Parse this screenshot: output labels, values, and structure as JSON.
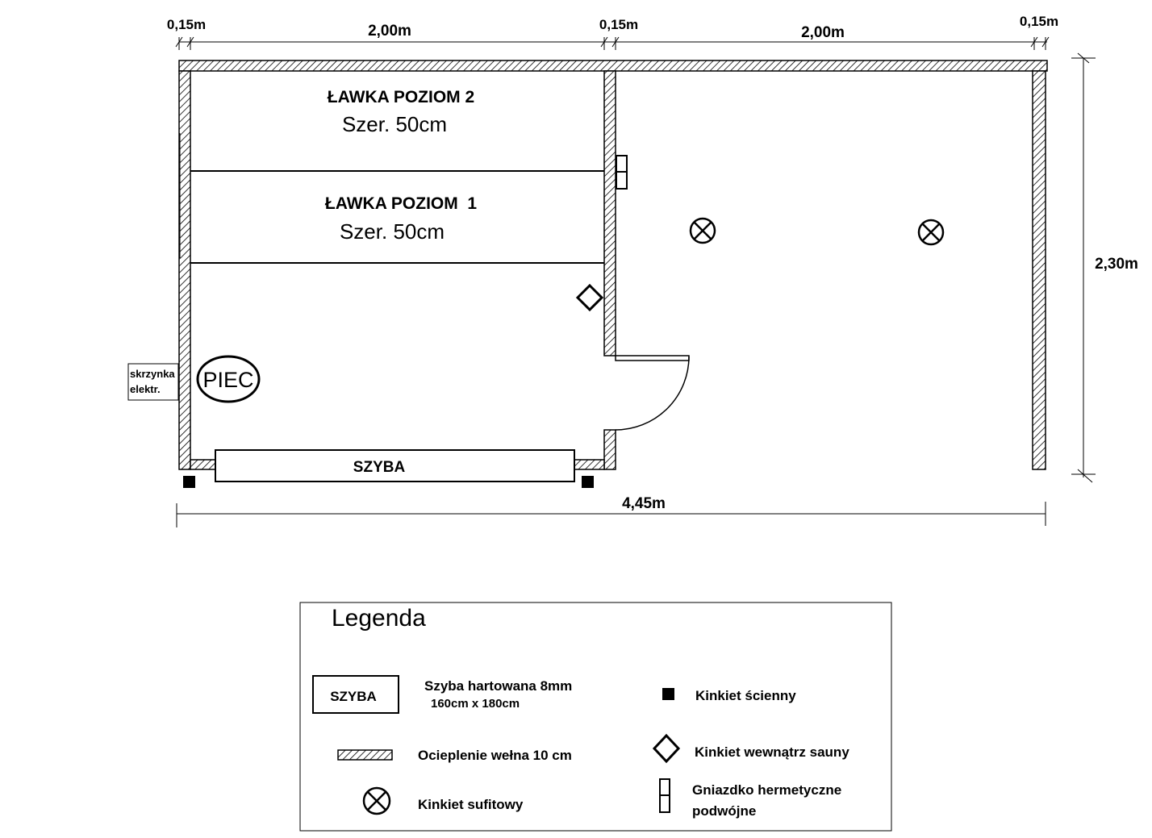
{
  "dimensions": {
    "top": [
      "0,15m",
      "2,00m",
      "0,15m",
      "2,00m",
      "0,15m"
    ],
    "right": "2,30m",
    "bottom": "4,45m"
  },
  "room": {
    "bench2_title": "ŁAWKA POZIOM 2",
    "bench2_width": "Szer. 50cm",
    "bench1_title": "ŁAWKA POZIOM  1",
    "bench1_width": "Szer. 50cm",
    "stove": "PIEC",
    "electric_box_line1": "skrzynka",
    "electric_box_line2": "elektr.",
    "glass": "SZYBA"
  },
  "legend": {
    "title": "Legenda",
    "glass_symbol": "SZYBA",
    "glass_desc_line1": "Szyba hartowana 8mm",
    "glass_desc_line2": "160cm x 180cm",
    "insulation": "Ocieplenie wełna 10 cm",
    "ceiling_lamp": "Kinkiet sufitowy",
    "wall_lamp": "Kinkiet ścienny",
    "sauna_lamp": "Kinkiet wewnątrz sauny",
    "socket_line1": "Gniazdko hermetyczne",
    "socket_line2": "podwójne"
  },
  "colors": {
    "line": "#000000",
    "background": "#ffffff"
  }
}
